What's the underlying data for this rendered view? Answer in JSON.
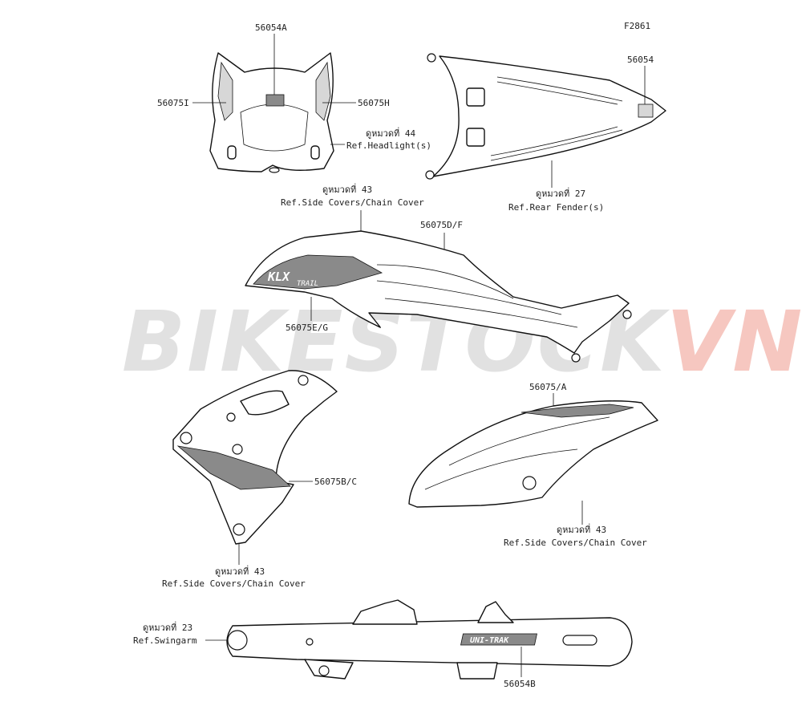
{
  "figure_id": "F2861",
  "watermark": {
    "part1": "BIKESTOCK",
    "part2": "VN",
    "color1": "#e1e1e1",
    "color2": "#f6c7c0"
  },
  "labels": {
    "headlight_emblem": "56054A",
    "headlight_left": "56075I",
    "headlight_right": "56075H",
    "headlight_ref_thai": "ดูหมวดที่ 44",
    "headlight_ref": "Ref.Headlight(s)",
    "fender_emblem": "56054",
    "fender_ref_thai": "ดูหมวดที่ 27",
    "fender_ref": "Ref.Rear Fender(s)",
    "shroud_top_ref_thai": "ดูหมวดที่ 43",
    "shroud_top_ref": "Ref.Side Covers/Chain Cover",
    "shroud_upper": "56075D/F",
    "shroud_lower": "56075E/G",
    "side_cover_right": "56075/A",
    "side_cover_right_ref_thai": "ดูหมวดที่ 43",
    "side_cover_right_ref": "Ref.Side Covers/Chain Cover",
    "side_cover_left": "56075B/C",
    "side_cover_left_ref_thai": "ดูหมวดที่ 43",
    "side_cover_left_ref": "Ref.Side Covers/Chain Cover",
    "swingarm_ref_thai": "ดูหมวดที่ 23",
    "swingarm_ref": "Ref.Swingarm",
    "swingarm_decal": "56054B"
  },
  "decal_text": {
    "klx": "KLX",
    "trail": "TRAIL",
    "uni_trak": "UNI-TRAK"
  }
}
